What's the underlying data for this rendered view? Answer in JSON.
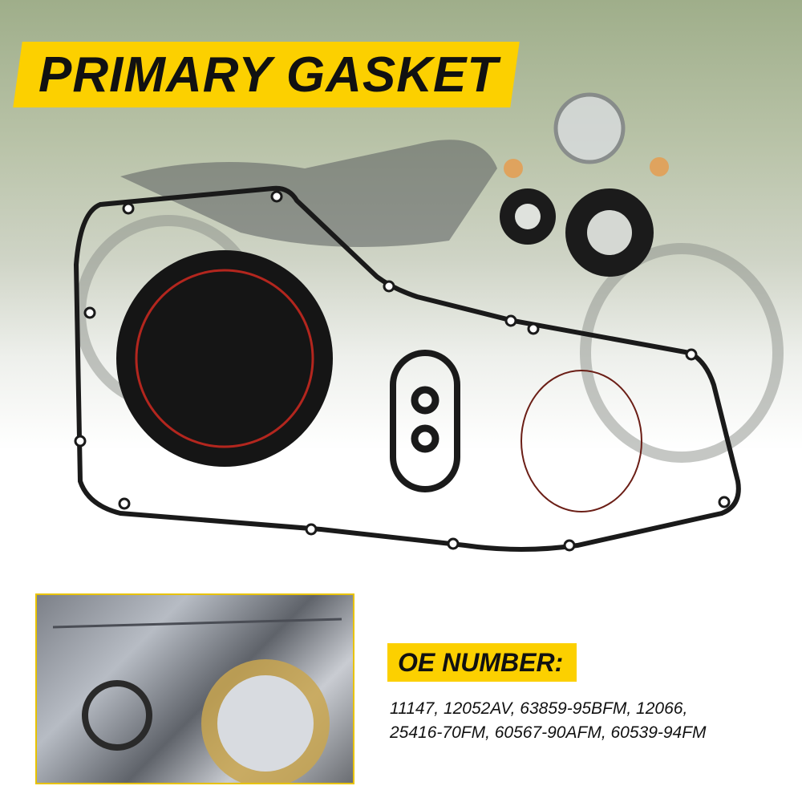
{
  "banner": {
    "title": "PRIMARY GASKET"
  },
  "oe": {
    "label": "OE NUMBER:",
    "line1": "11147, 12052AV, 63859-95BFM, 12066,",
    "line2": "25416-70FM, 60567-90AFM, 60539-94FM"
  },
  "colors": {
    "accent": "#fcd000",
    "gasket": "#1a1a1a",
    "oring": "#b3261e"
  }
}
